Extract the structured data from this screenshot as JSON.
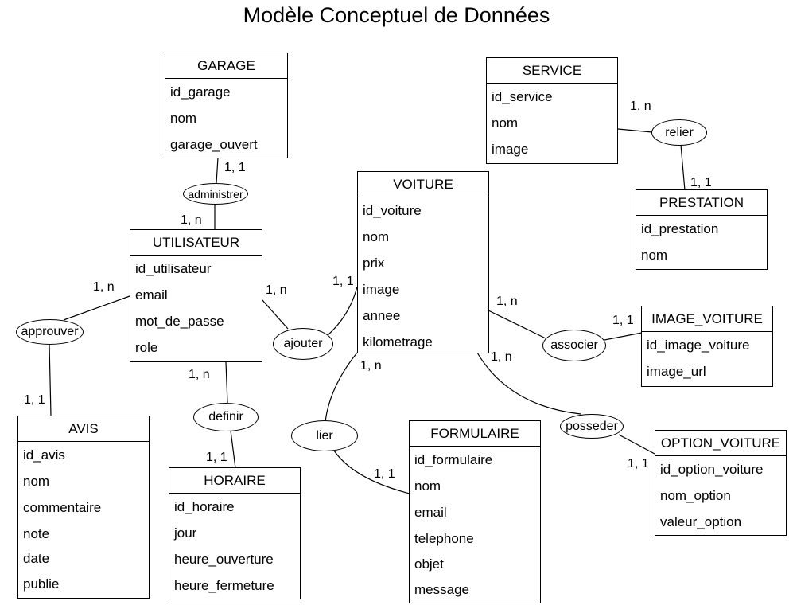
{
  "title": "Modèle Conceptuel de Données",
  "entities": {
    "garage": {
      "name": "GARAGE",
      "attrs": [
        "id_garage",
        "nom",
        "garage_ouvert"
      ]
    },
    "service": {
      "name": "SERVICE",
      "attrs": [
        "id_service",
        "nom",
        "image"
      ]
    },
    "prestation": {
      "name": "PRESTATION",
      "attrs": [
        "id_prestation",
        "nom"
      ]
    },
    "voiture": {
      "name": "VOITURE",
      "attrs": [
        "id_voiture",
        "nom",
        "prix",
        "image",
        "annee",
        "kilometrage"
      ]
    },
    "utilisateur": {
      "name": "UTILISATEUR",
      "attrs": [
        "id_utilisateur",
        "email",
        "mot_de_passe",
        "role"
      ]
    },
    "image_voiture": {
      "name": "IMAGE_VOITURE",
      "attrs": [
        "id_image_voiture",
        "image_url"
      ]
    },
    "avis": {
      "name": "AVIS",
      "attrs": [
        "id_avis",
        "nom",
        "commentaire",
        "note",
        "date",
        "publie"
      ]
    },
    "horaire": {
      "name": "HORAIRE",
      "attrs": [
        "id_horaire",
        "jour",
        "heure_ouverture",
        "heure_fermeture"
      ]
    },
    "formulaire": {
      "name": "FORMULAIRE",
      "attrs": [
        "id_formulaire",
        "nom",
        "email",
        "telephone",
        "objet",
        "message"
      ]
    },
    "option_voiture": {
      "name": "OPTION_VOITURE",
      "attrs": [
        "id_option_voiture",
        "nom_option",
        "valeur_option"
      ]
    }
  },
  "associations": {
    "administrer": "administrer",
    "relier": "relier",
    "approuver": "approuver",
    "ajouter": "ajouter",
    "associer": "associer",
    "definir": "definir",
    "lier": "lier",
    "posseder": "posseder"
  },
  "cardinalities": {
    "garage_administrer": "1, 1",
    "utilisateur_administrer": "1, n",
    "service_relier": "1, n",
    "prestation_relier": "1, 1",
    "utilisateur_approuver": "1, n",
    "avis_approuver": "1, 1",
    "utilisateur_ajouter": "1, n",
    "voiture_ajouter": "1, 1",
    "voiture_associer": "1, n",
    "image_associer": "1, 1",
    "utilisateur_definir": "1, n",
    "horaire_definir": "1, 1",
    "voiture_lier": "1, n",
    "formulaire_lier": "1, 1",
    "voiture_posseder": "1, n",
    "option_posseder": "1, 1"
  }
}
